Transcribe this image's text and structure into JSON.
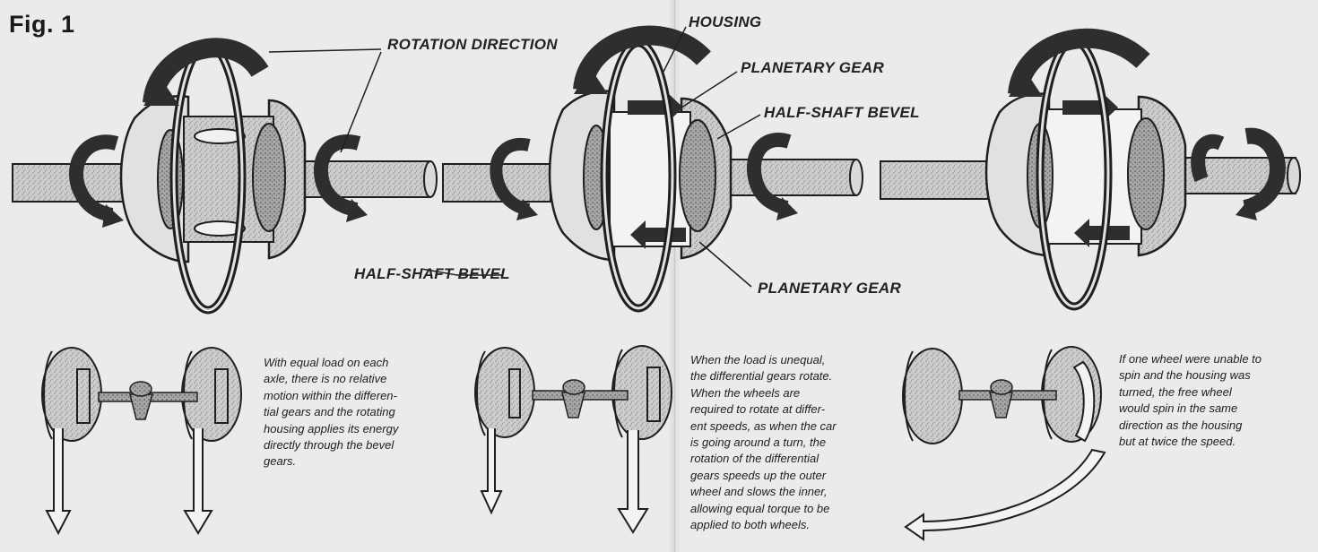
{
  "figure": {
    "label": "Fig. 1"
  },
  "callouts": {
    "rotation_direction": "ROTATION DIRECTION",
    "housing": "HOUSING",
    "planetary_gear_top": "PLANETARY GEAR",
    "half_shaft_bevel_right": "HALF-SHAFT BEVEL",
    "half_shaft_bevel_left": "HALF-SHAFT BEVEL",
    "planetary_gear_bottom": "PLANETARY GEAR"
  },
  "captions": {
    "equal_load": [
      "With equal load on each",
      "axle, there is no relative",
      "motion within the differen-",
      "tial gears and the rotating",
      "housing applies its energy",
      "directly through the bevel",
      "gears."
    ],
    "unequal_load": [
      "When the load is unequal,",
      "the differential gears rotate.",
      "When the wheels are",
      "required to rotate at differ-",
      "ent speeds, as when the car",
      "is going around a turn, the",
      "rotation of the differential",
      "gears speeds up the outer",
      "wheel and slows the inner,",
      "allowing equal torque to be",
      "applied to both wheels."
    ],
    "locked_wheel": [
      "If one wheel were unable to",
      "spin and the housing was",
      "turned, the free wheel",
      "would spin in the same",
      "direction as the housing",
      "but at twice the speed."
    ]
  },
  "colors": {
    "paper": "#ecebea",
    "ink": "#1f1f1f",
    "shade": "#9a9896",
    "dark": "#3a3a3a"
  }
}
